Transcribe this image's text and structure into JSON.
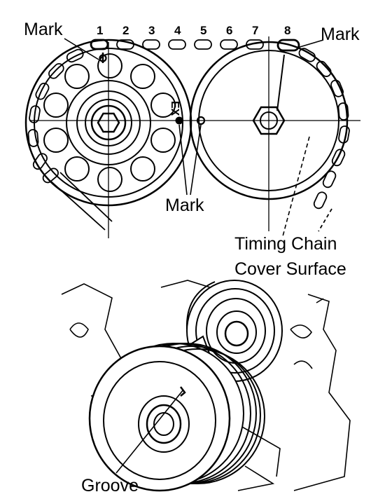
{
  "labels": {
    "mark_left": "Mark",
    "mark_right": "Mark",
    "mark_center": "Mark",
    "timing_line1": "Timing Chain",
    "timing_line2": "Cover Surface",
    "groove": "Groove",
    "ex_mark": "EX"
  },
  "link_numbers": [
    "1",
    "2",
    "3",
    "4",
    "5",
    "6",
    "7",
    "8"
  ],
  "colors": {
    "ink": "#000000",
    "paper": "#ffffff"
  }
}
